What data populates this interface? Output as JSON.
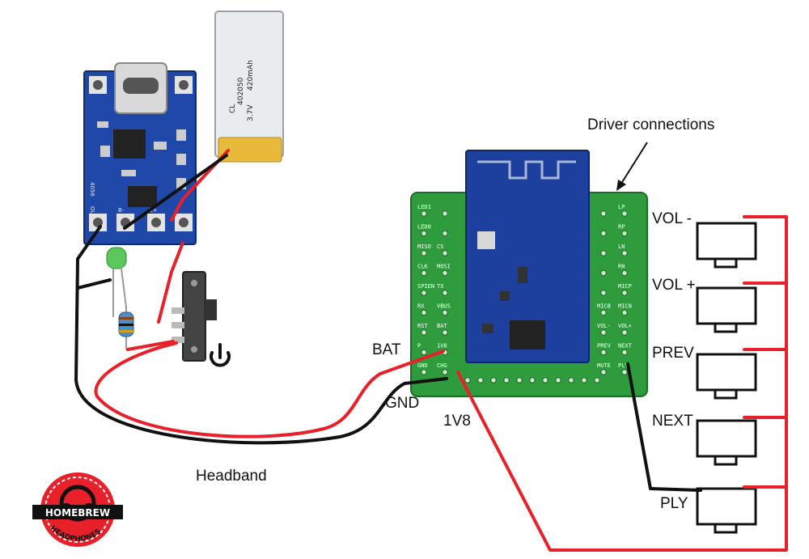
{
  "labels": {
    "driver_connections": "Driver connections",
    "vol_minus": "VOL -",
    "vol_plus": "VOL +",
    "prev": "PREV",
    "next": "NEXT",
    "ply": "PLY",
    "bat": "BAT",
    "gnd": "GND",
    "v18": "1V8",
    "headband": "Headband"
  },
  "battery": {
    "model": "402050",
    "voltage": "3.7V",
    "capacity": "420mAh",
    "brand": "CL"
  },
  "charger": {
    "chip": "4056",
    "out_minus": "OUT-",
    "b_minus": "B-",
    "b_plus": "B+"
  },
  "bt_board": {
    "left_pins": [
      "LED1",
      "LED0",
      "MISO",
      "CLK",
      "SPIEN",
      "RX",
      "RST",
      "P",
      "GND"
    ],
    "left_pins2": [
      "",
      "",
      "CS",
      "MOSI",
      "TX",
      "VBUS",
      "BAT",
      "1V8",
      "CHG"
    ],
    "right_pins": [
      "LP",
      "RP",
      "LN",
      "RN",
      "MICP",
      "MICN",
      "VOL+",
      "NEXT",
      "PLY"
    ],
    "right_pins2": [
      "",
      "",
      "",
      "",
      "",
      "MICB",
      "VOL-",
      "PREV",
      "MUTE"
    ]
  },
  "logo": {
    "top": "HOMEBREW",
    "bottom": "HEADPHONES"
  },
  "colors": {
    "wire_red": "#e8202a",
    "wire_black": "#111111",
    "pcb_green": "#2e9b3c",
    "pcb_blue": "#1d3f9e"
  }
}
